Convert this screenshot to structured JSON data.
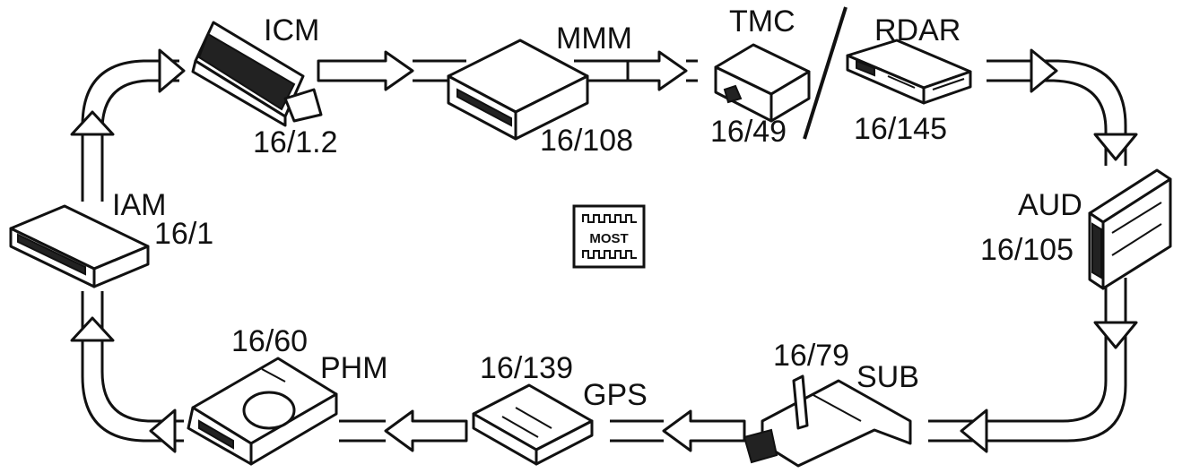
{
  "modules": [
    {
      "id": "icm",
      "name": "ICM",
      "code": "16/1.2"
    },
    {
      "id": "mmm",
      "name": "MMM",
      "code": "16/108"
    },
    {
      "id": "tmc",
      "name": "TMC",
      "code": "16/49"
    },
    {
      "id": "rdar",
      "name": "RDAR",
      "code": "16/145"
    },
    {
      "id": "aud",
      "name": "AUD",
      "code": "16/105"
    },
    {
      "id": "sub",
      "name": "SUB",
      "code": "16/79"
    },
    {
      "id": "gps",
      "name": "GPS",
      "code": "16/139"
    },
    {
      "id": "phm",
      "name": "PHM",
      "code": "16/60"
    },
    {
      "id": "iam",
      "name": "IAM",
      "code": "16/1"
    }
  ],
  "center_icon": {
    "label": "MOST",
    "icon": "most-bus-icon"
  },
  "colors": {
    "line": "#111111",
    "fill": "#ffffff"
  }
}
